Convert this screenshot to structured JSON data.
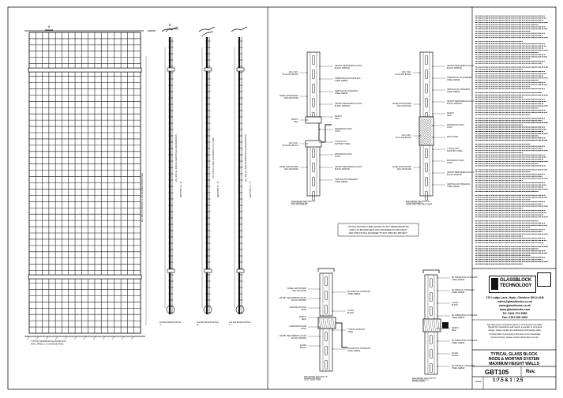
{
  "left_view": {
    "left_title": "TYPICAL MAXIMUM GLASS BLOCK",
    "left_subtitle": "WALL PANEL 17.10 INSIDE SPEC",
    "detail_refs": [
      "100 ENLARGED DETAIL 'A'",
      "100 ENLARGED DETAIL 'B'",
      "100 ENLARGED DETAIL 'C'"
    ],
    "sections": [
      "SECTION 'A - A'",
      "SECTION 'B - B'",
      "SECTION 'C - C'"
    ],
    "dims": [
      "20 x 190 (3 x 3000 H) 4 x 100 FRAMED SIGHTLINES",
      "20 x 190 (3 x 3000 H) ADDITIONAL INFORMATION",
      "20 x 190 (3 x 3000 H) FRAMING TO 9 TIME",
      "20 x 190 (3 x 3000 H) ADDITIONAL INFORMATION"
    ]
  },
  "details": {
    "section_a": {
      "title": "ENLARGED SECTION 'A'",
      "subtitle": "PVC OR SIMILAR",
      "labels_left": [
        "190 x 190 x 80 GLASS BLOCK",
        "PANEL ANCHOR AND ISOLATION PAD",
        "MASTIC SEAL",
        "190 x 190 x 80 GLASS BLOCK",
        "PANEL ANCHOR AND ISOLATION PAD"
      ],
      "labels_right": [
        "GB-HBT WEATHERING GLASS BLOCK MORTAR",
        "HORIZONTAL 6N STAINLESS STEEL REBAR",
        "VERTICAL 6N STAINLESS STEEL REBAR",
        "GB-HBT WEATHERING GLASS BLOCK MORTAR",
        "MASTIC SEAL",
        "EXPANSION FOAM JOINT",
        "TYPICAL PVC SUPPORT STEEL",
        "EXPANSION FOAM JOINT",
        "GB-HBT WEATHERING GLASS BLOCK MORTAR",
        "VERTICAL 6N STAINLESS STEEL REBAR"
      ]
    },
    "section_b": {
      "title": "ENLARGED SECTION 'B'",
      "subtitle": "CONC SECTION OR OTHER",
      "labels_left": [
        "190 x 190 x 80 GLASS BLOCK",
        "PANEL ANCHOR AND ISOLATION PAD",
        "190 x 190 x 80 GLASS BLOCK",
        "PANEL ANCHOR AND ISOLATION PAD"
      ],
      "labels_right": [
        "GB-HBT WEATHERING GLASS BLOCK MORTAR",
        "HORIZONTAL 6N STAINLESS STEEL REBAR",
        "VERTICAL 6N STAINLESS STEEL REBAR",
        "GB-HBT WEATHERING GLASS BLOCK MORTAR",
        "MASTIC SEAL",
        "EXPANSION FOAM JOINT",
        "INSULATION",
        "TYPICAL RHS SUPPORT STEEL",
        "EXPANSION FOAM JOINT",
        "GB-HBT WEATHERING GLASS BLOCK MORTAR",
        "VERTICAL 6N STAINLESS STEEL REBAR"
      ]
    },
    "section_c": {
      "title": "ENLARGED SECTION 'C'",
      "subtitle": "CAST SLAB JOINT",
      "labels_left": [
        "PANEL ANCHOR AND ISOLATION PAD",
        "GB-HBT WEATHERING GLASS BLOCK MORTAR",
        "EXPANSION FOAM JOINT",
        "MASTIC SEAL",
        "EXPANSION FOAM JOINT",
        "GB-HBT WEATHERING GLASS BLOCK MORTAR",
        "GLASS BLOCK"
      ],
      "labels_right": [
        "6N VERTICAL STAINLESS STEEL REBAR",
        "GLASS BLOCK",
        "TYPICAL SUPPORT STEEL",
        "6N VERTICAL STAINLESS STEEL REBAR"
      ]
    },
    "section_d": {
      "title": "ENLARGED SECTION 'D'",
      "subtitle": "DETAIL HEAD",
      "labels_right": [
        "6N HORIZONTAL STAINLESS STEEL REBAR",
        "6N VERTICAL STAINLESS STEEL REBAR",
        "GLASS BLOCK",
        "6N HORIZONTAL STAINLESS STEEL REBAR",
        "MASTIC SEAL",
        "6N HORIZONTAL STAINLESS STEEL REBAR",
        "GLASS BLOCK",
        "6N VERTICAL STAINLESS STEEL REBAR"
      ]
    },
    "note": [
      "TYPICAL SUPPORT STEEL SHOWN IS ONLY REPRESENTATIVE",
      "AND IS TO BE DESIGNED AND CONFIRMED BY ARCHITECT",
      "AND STRUCTURAL ENGINEER TO SUIT SPECIFIC PROJECT."
    ]
  },
  "title_block": {
    "logo_line1": "GLASSBLOCK",
    "logo_line2": "TECHNOLOGY",
    "address": [
      "170 Lodge Lane, Hyde, Cheshire SK14 4LB",
      "sales@glassblocks.co.uk",
      "www.glassblocks.co.uk",
      "www.glassblocks.com",
      "Tel: 0161 372 6555",
      "Fax: 0161 368 1263"
    ],
    "disclaimer": [
      "This data sheet constitutes advice & construction principles.",
      "Should the Glassblock wall require a specific or structural",
      "design, please contact the Glassblock Technology office.",
      "All information is accurate to the best of our knowledge",
      "at time of issue; please confirm dimensions on site."
    ],
    "drawing_title": [
      "TYPICAL GLASS BLOCK",
      "RODS & MORTAR SYSTEM",
      "MAXIMUM HEIGHT WALLS"
    ],
    "drawing_no": "GBT105",
    "rev_label": "Rev.",
    "scale_label": "Scale",
    "scale_value": "1:7.5 & 1 : 2.5"
  }
}
